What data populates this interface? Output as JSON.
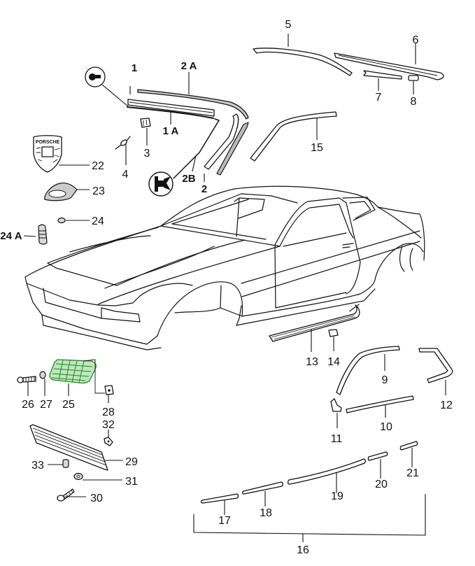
{
  "diagram": {
    "title": "Body trim, seals and emblem – exploded parts view",
    "highlight_color": "#1f8a1f",
    "highlighted_part": "25",
    "symbols": [
      {
        "id": "key-symbol",
        "icon": "key-icon"
      },
      {
        "id": "bonding-symbol",
        "icon": "adhesive-bond-icon"
      }
    ],
    "emblem_text": "PORSCHE",
    "labels": {
      "p1": "1",
      "p1a": "1 A",
      "p2": "2",
      "p2a": "2 A",
      "p2b": "2B",
      "p3": "3",
      "p4": "4",
      "p5": "5",
      "p6": "6",
      "p7": "7",
      "p8": "8",
      "p9": "9",
      "p10": "10",
      "p11": "11",
      "p12": "12",
      "p13": "13",
      "p14": "14",
      "p15": "15",
      "p16": "16",
      "p17": "17",
      "p18": "18",
      "p19": "19",
      "p20": "20",
      "p21": "21",
      "p22": "22",
      "p23": "23",
      "p24": "24",
      "p24a": "24 A",
      "p25": "25",
      "p26": "26",
      "p27": "27",
      "p28": "28",
      "p29": "29",
      "p30": "30",
      "p31": "31",
      "p32": "32",
      "p33": "33"
    }
  }
}
